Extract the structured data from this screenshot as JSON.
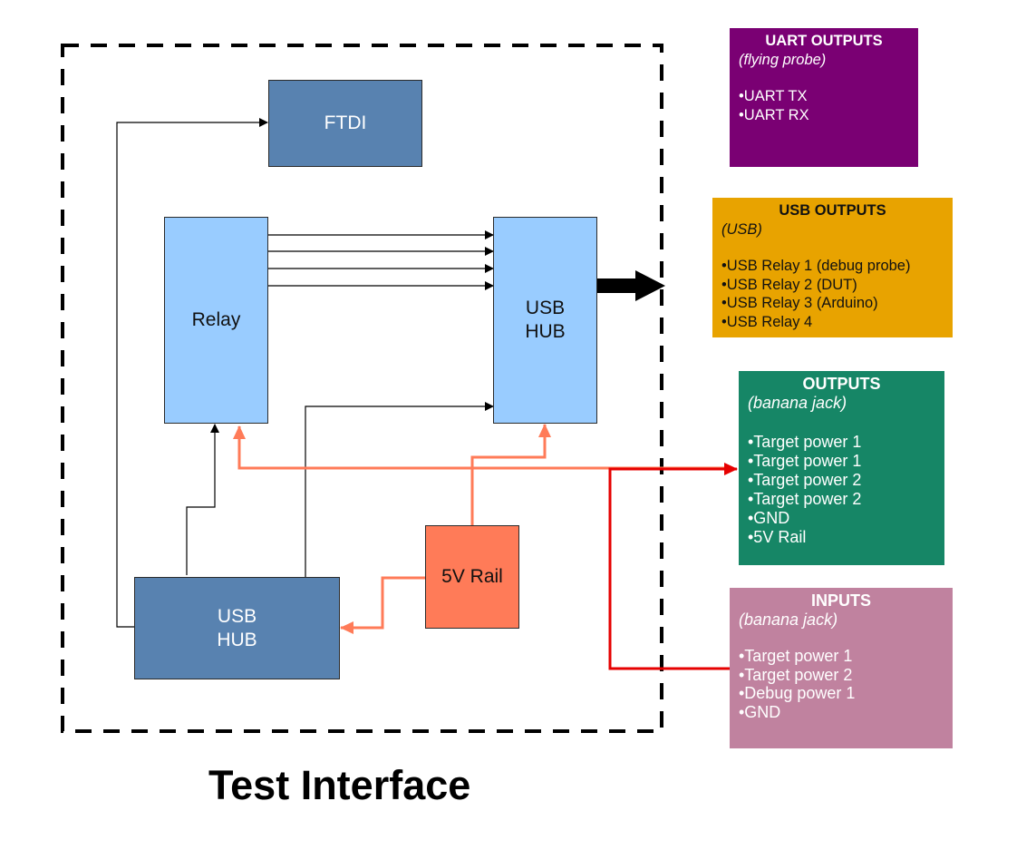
{
  "diagram": {
    "title": "Test Interface",
    "blocks": {
      "ftdi": "FTDI",
      "relay": "Relay",
      "usb_hub_top": "USB\nHUB",
      "usb_hub_bottom": "USB\nHUB",
      "rail": "5V Rail"
    },
    "colors": {
      "dark_blue": "#5882b0",
      "light_blue": "#99ccff",
      "rail": "#ff7b58",
      "power_line": "#ff7b58",
      "red_line": "#e60000",
      "uart_panel": "#7a0073",
      "usb_panel": "#e8a300",
      "outputs_panel": "#168666",
      "inputs_panel": "#c0829f"
    },
    "panels": {
      "uart": {
        "title": "UART OUTPUTS",
        "subtitle": "(flying probe)",
        "items": [
          "•UART TX",
          "•UART RX"
        ]
      },
      "usb": {
        "title": "USB OUTPUTS",
        "subtitle": "(USB)",
        "items": [
          "•USB Relay 1 (debug probe)",
          "•USB Relay 2 (DUT)",
          "•USB Relay 3 (Arduino)",
          "•USB Relay 4"
        ]
      },
      "outputs": {
        "title": "OUTPUTS",
        "subtitle": "(banana jack)",
        "items": [
          "•Target power 1",
          "•Target power 1",
          "•Target power 2",
          "•Target power 2",
          "•GND",
          "•5V Rail"
        ]
      },
      "inputs": {
        "title": "INPUTS",
        "subtitle": "(banana jack)",
        "items": [
          "•Target power 1",
          "•Target power 2",
          "•Debug power 1",
          "•GND"
        ]
      }
    }
  }
}
